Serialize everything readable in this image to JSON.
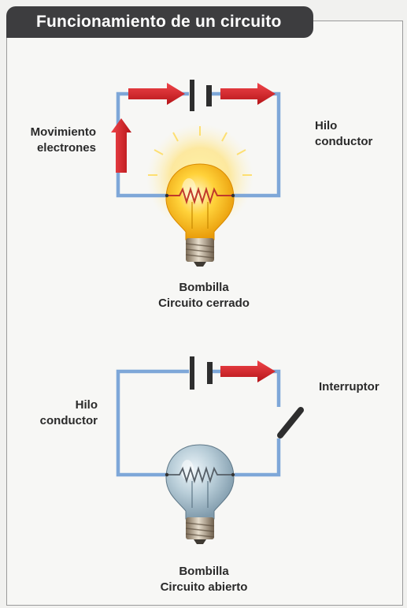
{
  "title": "Funcionamiento de un circuito",
  "closed_circuit": {
    "movement_label": [
      "Movimiento",
      "electrones"
    ],
    "wire_label": [
      "Hilo",
      "conductor"
    ],
    "caption": [
      "Bombilla",
      "Circuito cerrado"
    ]
  },
  "open_circuit": {
    "wire_label": [
      "Hilo",
      "conductor"
    ],
    "switch_label": "Interruptor",
    "caption": [
      "Bombilla",
      "Circuito abierto"
    ]
  },
  "colors": {
    "wire": "#7ea7d8",
    "arrow": "#d8242a",
    "battery": "#2e2e2e",
    "bulb_on": "#f7b81c",
    "bulb_off": "#9fb8c6",
    "title_bg": "#3d3d3f"
  }
}
